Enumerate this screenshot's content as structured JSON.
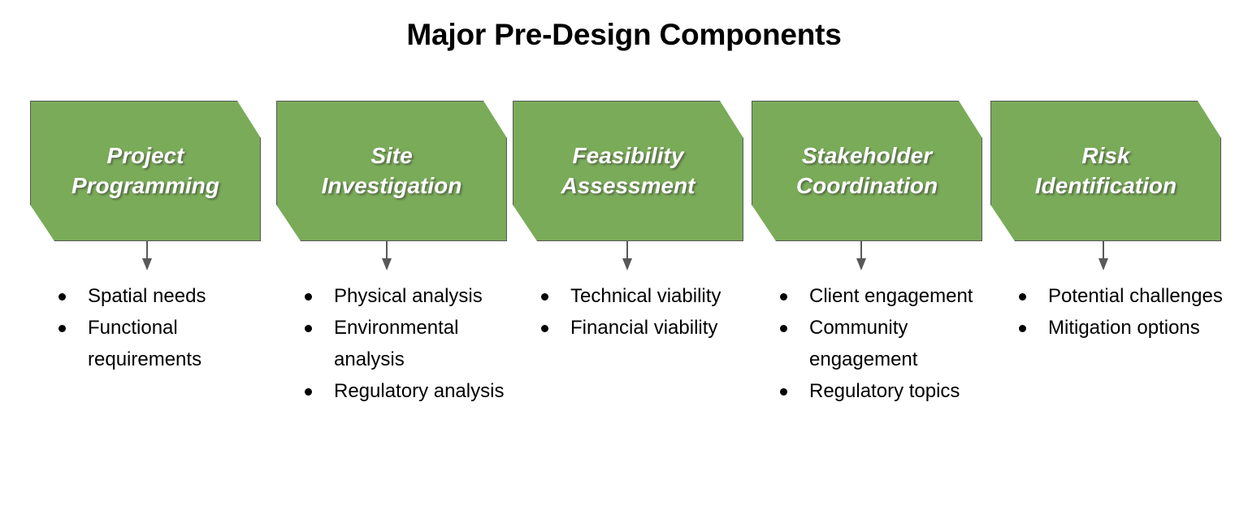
{
  "title": "Major Pre-Design Components",
  "theme": {
    "shape_fill": "#7AAB59",
    "shape_border": "#595959",
    "shape_text": "#FFFFFF",
    "arrow_color": "#595959",
    "bullet_text": "#000000",
    "background": "#FFFFFF"
  },
  "columns": [
    {
      "id": "project-programming",
      "shape_label": "Project\nProgramming",
      "bullets": [
        "Spatial needs",
        "Functional requirements"
      ]
    },
    {
      "id": "site-investigation",
      "shape_label": "Site\nInvestigation",
      "bullets": [
        "Physical analysis",
        "Environmental analysis",
        "Regulatory analysis"
      ]
    },
    {
      "id": "feasibility-assessment",
      "shape_label": "Feasibility\nAssessment",
      "bullets": [
        "Technical viability",
        "Financial viability"
      ]
    },
    {
      "id": "stakeholder-coordination",
      "shape_label": "Stakeholder\nCoordination",
      "bullets": [
        "Client engagement",
        "Community engagement",
        "Regulatory topics"
      ]
    },
    {
      "id": "risk-identification",
      "shape_label": "Risk\nIdentification",
      "bullets": [
        "Potential challenges",
        "Mitigation options"
      ]
    }
  ]
}
